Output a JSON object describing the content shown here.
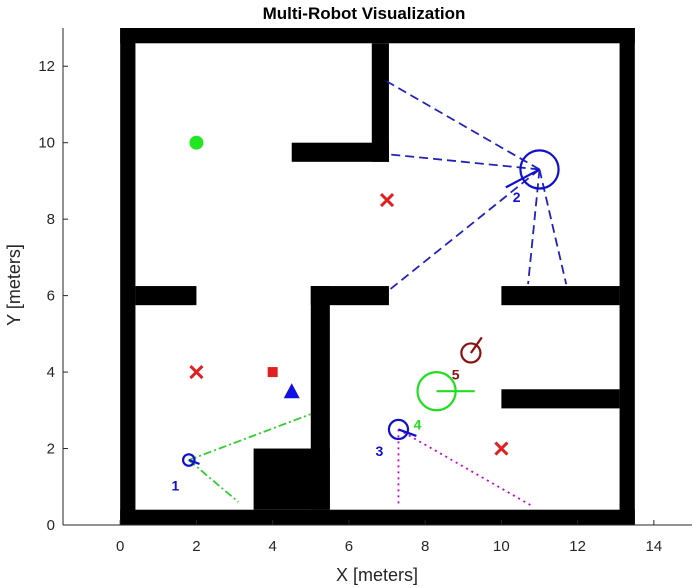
{
  "chart_data": {
    "type": "scatter",
    "title": "Multi-Robot Visualization",
    "xlabel": "X [meters]",
    "ylabel": "Y [meters]",
    "xlim": [
      -1.5,
      15
    ],
    "ylim": [
      0,
      13
    ],
    "xticks": [
      0,
      2,
      4,
      6,
      8,
      10,
      12,
      14
    ],
    "yticks": [
      0,
      2,
      4,
      6,
      8,
      10,
      12
    ],
    "grid": false,
    "walls": [
      {
        "x0": 0,
        "y0": 0,
        "x1": 0.4,
        "y1": 13
      },
      {
        "x0": 0,
        "y0": 0,
        "x1": 13.5,
        "y1": 0.4
      },
      {
        "x0": 13.1,
        "y0": 0,
        "x1": 13.5,
        "y1": 13
      },
      {
        "x0": 0,
        "y0": 12.6,
        "x1": 13.5,
        "y1": 13
      },
      {
        "x0": 6.6,
        "y0": 9.5,
        "x1": 7.05,
        "y1": 12.6
      },
      {
        "x0": 4.5,
        "y0": 9.5,
        "x1": 7.05,
        "y1": 10.0
      },
      {
        "x0": 0.4,
        "y0": 5.75,
        "x1": 2.0,
        "y1": 6.25
      },
      {
        "x0": 5.0,
        "y0": 0.4,
        "x1": 5.5,
        "y1": 6.25
      },
      {
        "x0": 5.0,
        "y0": 5.75,
        "x1": 7.05,
        "y1": 6.25
      },
      {
        "x0": 3.5,
        "y0": 0.4,
        "x1": 5.5,
        "y1": 2.0
      },
      {
        "x0": 10.0,
        "y0": 5.75,
        "x1": 13.1,
        "y1": 6.25
      },
      {
        "x0": 10.0,
        "y0": 3.05,
        "x1": 13.1,
        "y1": 3.55
      }
    ],
    "markers": [
      {
        "shape": "circle",
        "x": 2.0,
        "y": 10.0,
        "color": "#22e622"
      },
      {
        "shape": "x",
        "x": 7.0,
        "y": 8.5,
        "color": "#e02020"
      },
      {
        "shape": "x",
        "x": 2.0,
        "y": 4.0,
        "color": "#e02020"
      },
      {
        "shape": "x",
        "x": 10.0,
        "y": 2.0,
        "color": "#e02020"
      },
      {
        "shape": "square",
        "x": 4.0,
        "y": 4.0,
        "color": "#e02020"
      },
      {
        "shape": "triangle",
        "x": 4.5,
        "y": 3.5,
        "color": "#1010e0"
      }
    ],
    "robots": [
      {
        "label": "1",
        "x": 1.8,
        "y": 1.7,
        "radius": 0.15,
        "heading_deg": -20,
        "color": "#1010cc",
        "label_dx": -0.35,
        "label_dy": -0.8,
        "ray_color": "#33cc33",
        "ray_dash": "8 3 2 3",
        "rays": [
          [
            5.0,
            2.9
          ],
          [
            3.1,
            0.6
          ]
        ]
      },
      {
        "label": "2",
        "x": 11.0,
        "y": 9.3,
        "radius": 0.5,
        "heading_deg": 208,
        "color": "#1010cc",
        "label_dx": -0.6,
        "label_dy": -0.85,
        "ray_color": "#2222bb",
        "ray_dash": "9 5",
        "rays": [
          [
            7.0,
            11.6
          ],
          [
            7.0,
            9.7
          ],
          [
            7.0,
            6.1
          ],
          [
            10.7,
            6.3
          ],
          [
            11.7,
            6.3
          ]
        ]
      },
      {
        "label": "3",
        "x": 7.3,
        "y": 2.5,
        "radius": 0.25,
        "heading_deg": -20,
        "color": "#1010cc",
        "label_dx": -0.5,
        "label_dy": -0.7,
        "ray_color": "#cc00cc",
        "ray_dash": "2 4",
        "rays": [
          [
            7.3,
            0.5
          ],
          [
            10.8,
            0.5
          ]
        ]
      },
      {
        "label": "4",
        "x": 8.3,
        "y": 3.5,
        "radius": 0.5,
        "heading_deg": 0,
        "color": "#22dd22",
        "label_dx": -0.5,
        "label_dy": -1.0,
        "ray_color": "#22dd22",
        "ray_dash": "",
        "rays": []
      },
      {
        "label": "5",
        "x": 9.2,
        "y": 4.5,
        "radius": 0.25,
        "heading_deg": 55,
        "color": "#8b1010",
        "label_dx": -0.4,
        "label_dy": -0.7,
        "ray_color": "#8b1010",
        "ray_dash": "",
        "rays": []
      }
    ]
  }
}
